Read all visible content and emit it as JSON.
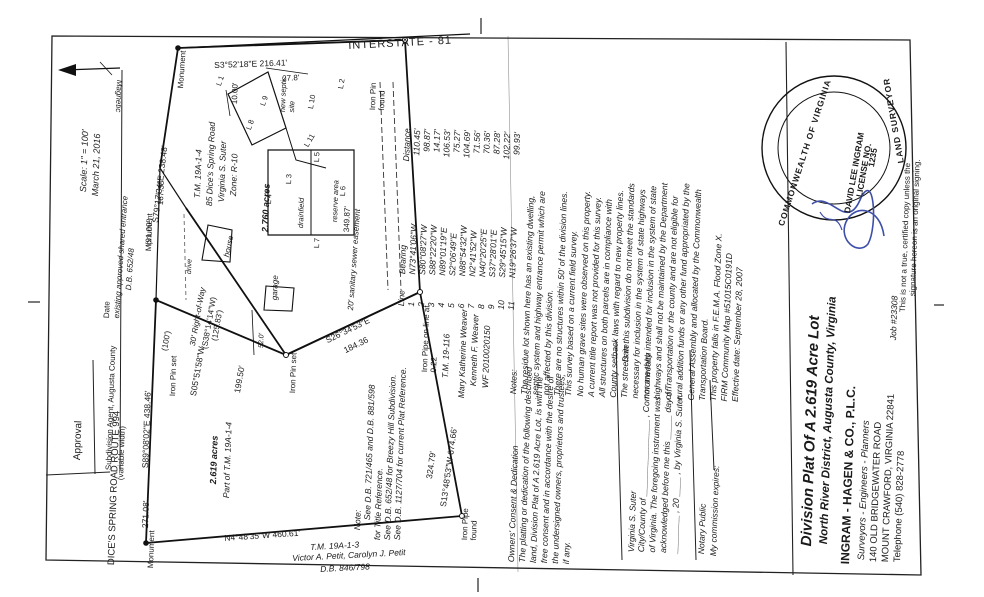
{
  "title_block": {
    "title": "Division Plat Of A 2.619 Acre Lot",
    "subtitle": "North River District, Augusta County, Virginia",
    "firm": "INGRAM - HAGEN & CO., P.L.C.",
    "tagline": "Surveyors - Engineers - Planners",
    "address1": "140 OLD BRIDGEWATER ROAD",
    "address2": "MOUNT CRAWFORD, VIRGINIA  22841",
    "phone": "Telephone  (540) 828-2778",
    "job": "Job #23308"
  },
  "scale": {
    "scale": "Scale: 1\" = 100'",
    "date": "March 21, 2016",
    "north": "Magnetic"
  },
  "approval": {
    "heading": "Approval",
    "agent": "Subdivision Agent, Augusta County",
    "date": "Date"
  },
  "roads": {
    "dices": "DICE'S SPRING ROAD     ROUTE 994",
    "dices_width": "(variable width)",
    "interstate": "INTERSTATE - 81"
  },
  "boundary": {
    "top": "S89°08'02\"E  438.46'",
    "top_seg": "271.08'",
    "left": "N4°48'35\"W  460.61'",
    "bottom": "S13°48'53\"W  674.66'",
    "bottom_seg": "324.79'",
    "inner_a": "S26°34'53\"E",
    "inner_a_len": "184.36",
    "inner_b": "S05°51'58\"W",
    "inner_b_len": "199.50'",
    "row": "(S38°14'14\"W)",
    "row_len": "(125.83')",
    "row_label": "30' Right-of-Way",
    "p1": "(100')",
    "p2": "(91.00')",
    "seg_167": "167.38'",
    "interstate_line": "S3°52'18\"E  216.41'",
    "upper": "S79°17'34\"E  238.48'",
    "tree_bearing": "349.87'",
    "sewer": "20' sanitary sewer easement",
    "d1": "27.8'",
    "d2": "10.00'",
    "d3": "52.0'"
  },
  "monuments": {
    "m1": "Monument",
    "m2": "Monument",
    "m3": "Monument",
    "pin1": "Iron Pin set",
    "pin2": "Iron Pin set",
    "pin3": "Iron Pipe on line at 0.22'",
    "pin4": "Iron Pin found",
    "pin5": "Iron Pipe found"
  },
  "lot": {
    "acres": "2.619 acres",
    "part": "Part of  T.M. 19A-1-4",
    "residue_tm": "T.M. 19A-1-4",
    "residue_addr": "85 Dice's Spring Road",
    "residue_owner": "Virginia S. Suter",
    "residue_zone": "Zone: R-10",
    "residue_acres": "2.760 acres",
    "house": "house",
    "garage": "garage",
    "septic": "new septic site",
    "drainfield": "drainfield",
    "reserve": "reserve area",
    "entrance": "existing approved shared entrance",
    "entrance_db": "D.B. 652/48",
    "drive": "drive",
    "lines": [
      "L 1",
      "L 2",
      "L 3",
      "L 4",
      "L 5",
      "L 6",
      "L 7",
      "L 8",
      "L 9",
      "L 10",
      "L 11"
    ]
  },
  "adjoiners": {
    "a1_tm": "T.M. 19A-1-3",
    "a1_owner": "Victor A. Petit, Carolyn J. Petit",
    "a1_db": "D.B. 846/798",
    "a2_tm": "T.M. 19-116",
    "a2_owner": "Mary Katherine Weaver",
    "a2_owner2": "Kenneth F. Weaver",
    "a2_wf": "WF 2010020150"
  },
  "note": {
    "head": "Note:",
    "l1": "See D.B. 721/465 and D.B. 881/598",
    "l2": "for Title Reference.",
    "l3": "See D.B. 652/48 for Breezy Hill Subdivision.",
    "l4": "See D.B. 1127/704 for current Plat Reference."
  },
  "table": {
    "headers": [
      "Line",
      "Bearing",
      "Distance"
    ],
    "rows": [
      [
        "1",
        "N73°41'06\"W",
        "110.45'"
      ],
      [
        "2",
        "S80°08'27\"W",
        "98.87'"
      ],
      [
        "3",
        "S88°22'20\"W",
        "14.17'"
      ],
      [
        "4",
        "N89°01'19\"E",
        "106.53'"
      ],
      [
        "5",
        "S2°06'49\"E",
        "75.27'"
      ],
      [
        "6",
        "N88°54'32\"W",
        "104.69'"
      ],
      [
        "7",
        "N2°41'52\"W",
        "71.56'"
      ],
      [
        "8",
        "N40°20'25\"E",
        "70.36'"
      ],
      [
        "9",
        "S37°28'01\"E",
        "87.28'"
      ],
      [
        "10",
        "S29°45'15\"W",
        "102.22'"
      ],
      [
        "11",
        "N19°26'37\"W",
        "99.93'"
      ]
    ]
  },
  "notes": {
    "head": "Notes:",
    "lines": [
      "The residue lot shown here has an existing dwelling,",
      "septic system and highway entrance permit which are",
      "not affected by this division.",
      "There are no structures within 50' of the division lines.",
      "This survey based on a current field survey.",
      "No human grave sites were observed on this property.",
      "A current title report was not provided for this survey.",
      "All structures on both parcels are in compliance with",
      "County setback laws with regard to new property lines.",
      "The streets in this subdivision do not meet the standards",
      "necessary for inclusion in the system of state highways",
      "nor are they intended for inclusion in the system of state",
      "highways and shall not be maintained by the Department",
      "of Transportation or the county and are not eligible for",
      "rural addition funds or any other fund appropriated by the",
      "General Assembly and allocated by the Commonwealth",
      "Transportation Board.",
      "This property falls in F.E.M.A. Flood Zone X.",
      "FIRM Community Map #51015C0191D",
      "Effective date:  September 28, 2007"
    ]
  },
  "consent": {
    "head": "Owners' Consent & Dedication",
    "lines": [
      "The platting or dedication of the following described",
      "land, Division Plat of A 2.619 Acre Lot, is with the",
      "free consent and in accordance with the desire of",
      "the undersigned owners, proprietors and trustees,",
      "if any."
    ],
    "signer": "Virginia S. Suter",
    "date": "Date",
    "ack1": "City/County of ________________ , Commonwealth",
    "ack2": "of Virginia. The foregoing instrument was",
    "ack3": "acknowledged before me this _____ day of",
    "ack4": "________ , 20 ____ , by Virginia S. Suter.",
    "notary": "Notary Public",
    "commission": "My commission expires:"
  },
  "seal": {
    "ring_top": "COMMONWEALTH OF VIRGINIA",
    "name": "DAVID LEE INGRAM",
    "license": "LICENSE NO.",
    "number": "1235",
    "ring_bottom": "LAND SURVEYOR",
    "disclaimer1": "This is not a true, certified copy unless the",
    "disclaimer2": "signature hereon is an original signing."
  }
}
